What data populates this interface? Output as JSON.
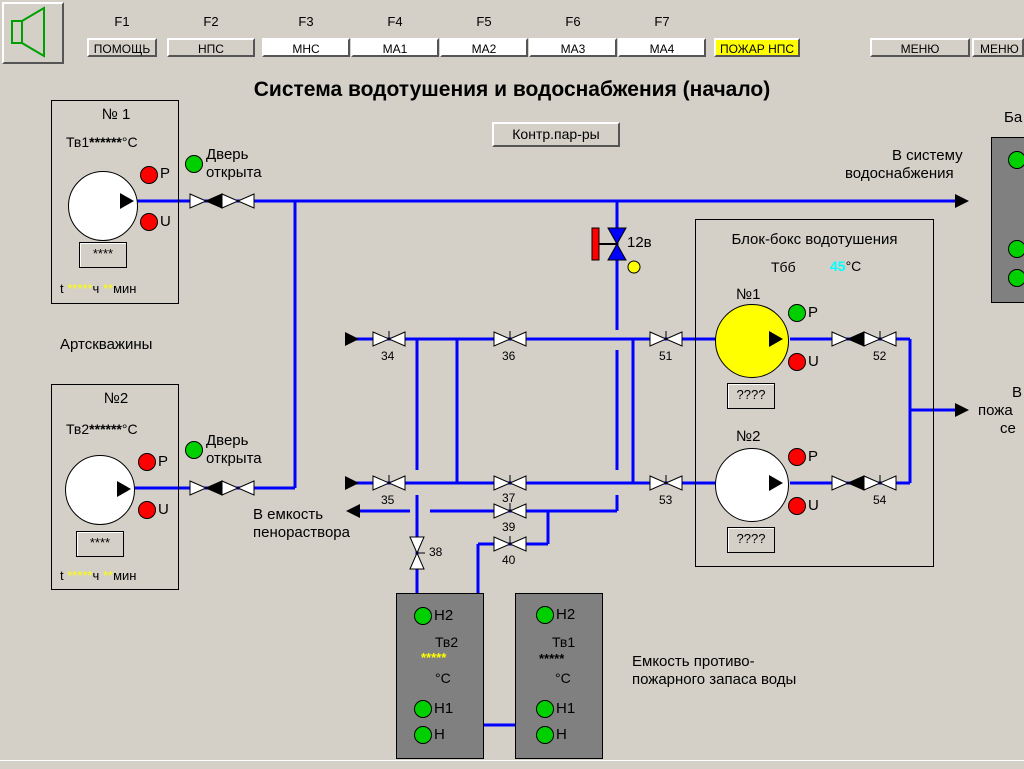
{
  "toolbar": {
    "fkeys": [
      "F1",
      "F2",
      "F3",
      "F4",
      "F5",
      "F6",
      "F7"
    ],
    "buttons": [
      "ПОМОЩЬ",
      "НПС",
      "МНС",
      "МА1",
      "МА2",
      "МА3",
      "МА4",
      "ПОЖАР НПС",
      "МЕНЮ",
      "МЕНЮ"
    ],
    "speaker_icon": "speaker-icon"
  },
  "title": "Система водотушения и водоснабжения (начало)",
  "params_button": "Контр.пар-ры",
  "wells": {
    "label": "Артскважины",
    "w1": {
      "name": "№ 1",
      "temp_label": "Тв1",
      "temp_value": "******",
      "unit": "°C",
      "p": "P",
      "u": "U",
      "box": "****",
      "t_prefix": "t",
      "t_hours": "*****",
      "t_h": "ч",
      "t_mins": "**",
      "t_min": "мин"
    },
    "w2": {
      "name": "№2",
      "temp_label": "Тв2",
      "temp_value": "******",
      "unit": "°C",
      "p": "P",
      "u": "U",
      "box": "****",
      "t_prefix": "t",
      "t_hours": "*****",
      "t_h": "ч",
      "t_mins": "**",
      "t_min": "мин"
    },
    "door1": [
      "Дверь",
      "открыта"
    ],
    "door2": [
      "Дверь",
      "открыта"
    ]
  },
  "pipes": {
    "to_supply": [
      "В систему",
      "водоснабжения"
    ],
    "to_foam": [
      "В емкость",
      "пенораствора"
    ],
    "to_fire": [
      "В",
      "пожа",
      "се"
    ],
    "valve_12": "12в"
  },
  "valves": [
    "34",
    "35",
    "36",
    "37",
    "38",
    "39",
    "40",
    "51",
    "52",
    "53",
    "54"
  ],
  "firebox": {
    "title": "Блок-бокс водотушения",
    "temp_label": "Тбб",
    "temp_value": "45",
    "unit": "°C",
    "pump1": {
      "name": "№1",
      "p": "P",
      "u": "U",
      "box": "????"
    },
    "pump2": {
      "name": "№2",
      "p": "P",
      "u": "U",
      "box": "????"
    }
  },
  "tanks": {
    "label": [
      "Емкость противо-",
      "пожарного запаса воды"
    ],
    "t2": {
      "h2": "Н2",
      "name": "Тв2",
      "stars": "*****",
      "unit": "°C",
      "h1": "Н1",
      "h": "Н"
    },
    "t1": {
      "h2": "Н2",
      "name": "Тв1",
      "stars": "*****",
      "unit": "°C",
      "h1": "Н1",
      "h": "Н"
    }
  },
  "right_panel": {
    "label": "Ба"
  },
  "colors": {
    "bg": "#d4d0c8",
    "pipe": "#0000ff",
    "green": "#00c000",
    "red": "#ff0000",
    "yellow": "#ffff00",
    "cyan": "#00ffff",
    "tank": "#808080"
  }
}
